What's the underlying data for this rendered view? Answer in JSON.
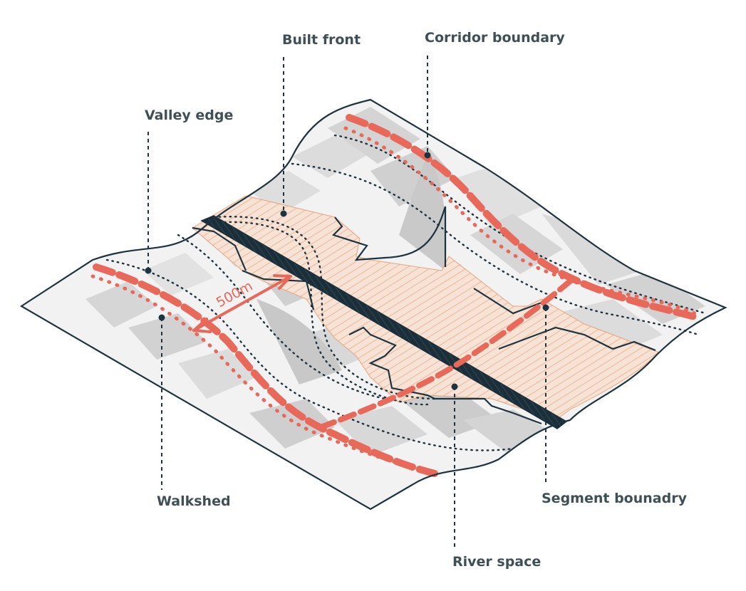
{
  "labels": {
    "built_front": "Built front",
    "corridor_boundary": "Corridor boundary",
    "valley_edge": "Valley edge",
    "walkshed": "Walkshed",
    "segment_boundary": "Segment bounadry",
    "river_space": "River space",
    "distance": "500m"
  },
  "colors": {
    "outline": "#1e3340",
    "river": "#1b2f3a",
    "boundary_red": "#e8685a",
    "hatch_fill": "#f7e3d6",
    "hatch_line": "#e9a27a",
    "light_gray": "#f2f2f2",
    "mid_gray": "#dcdcdc",
    "dark_gray": "#c9c9c9",
    "label_text": "#3e5055"
  }
}
